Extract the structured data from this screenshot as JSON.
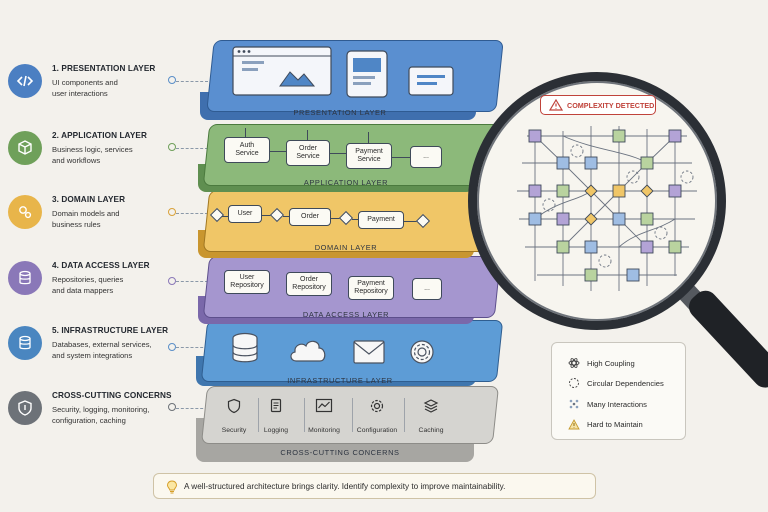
{
  "legend": [
    {
      "title": "1. PRESENTATION LAYER",
      "desc": [
        "UI components and",
        "user interactions"
      ],
      "color": "#4b7fc2",
      "icon": "code-icon"
    },
    {
      "title": "2. APPLICATION LAYER",
      "desc": [
        "Business logic, services",
        "and workflows"
      ],
      "color": "#6fa05a",
      "icon": "cube-icon"
    },
    {
      "title": "3. DOMAIN LAYER",
      "desc": [
        "Domain models and",
        "business rules"
      ],
      "color": "#e8b54a",
      "icon": "gears-icon"
    },
    {
      "title": "4. DATA ACCESS LAYER",
      "desc": [
        "Repositories, queries",
        "and data mappers"
      ],
      "color": "#8a78b8",
      "icon": "database-icon"
    },
    {
      "title": "5. INFRASTRUCTURE LAYER",
      "desc": [
        "Databases, external services,",
        "and system integrations"
      ],
      "color": "#4a86c0",
      "icon": "server-icon"
    },
    {
      "title": "CROSS-CUTTING CONCERNS",
      "desc": [
        "Security, logging, monitoring,",
        "configuration, caching"
      ],
      "color": "#6d7278",
      "icon": "shield-icon"
    }
  ],
  "layers": {
    "presentation": {
      "label": "PRESENTATION LAYER",
      "color": "#5a8fd0",
      "side": "#3f6fae"
    },
    "application": {
      "label": "APPLICATION LAYER",
      "color": "#8cb97a",
      "side": "#5f8f50",
      "nodes": [
        [
          "Auth",
          "Service"
        ],
        [
          "Order",
          "Service"
        ],
        [
          "Payment",
          "Service"
        ],
        [
          "..."
        ]
      ]
    },
    "domain": {
      "label": "DOMAIN LAYER",
      "color": "#f0c667",
      "side": "#c9962f",
      "nodes": [
        "User",
        "Order",
        "Payment"
      ]
    },
    "data_access": {
      "label": "DATA ACCESS LAYER",
      "color": "#a596cf",
      "side": "#7a68aa",
      "nodes": [
        [
          "User",
          "Repository"
        ],
        [
          "Order",
          "Repository"
        ],
        [
          "Payment",
          "Repository"
        ],
        [
          "..."
        ]
      ]
    },
    "infrastructure": {
      "label": "INFRASTRUCTURE LAYER",
      "color": "#5d9cd6",
      "side": "#3f76ae"
    },
    "cross_cutting": {
      "label": "CROSS-CUTTING CONCERNS",
      "color": "#d5d4d0",
      "side": "#a7a6a2",
      "tiles": [
        {
          "label": "Security",
          "icon": "shield-icon"
        },
        {
          "label": "Logging",
          "icon": "document-icon"
        },
        {
          "label": "Monitoring",
          "icon": "chart-icon"
        },
        {
          "label": "Configuration",
          "icon": "gear-icon"
        },
        {
          "label": "Caching",
          "icon": "stack-icon"
        }
      ]
    }
  },
  "magnifier": {
    "badge": "COMPLEXITY DETECTED",
    "badge_color": "#c0433b"
  },
  "issues": [
    {
      "label": "High Coupling",
      "icon": "atom-icon"
    },
    {
      "label": "Circular Dependencies",
      "icon": "cycle-icon"
    },
    {
      "label": "Many Interactions",
      "icon": "dots-icon"
    },
    {
      "label": "Hard to Maintain",
      "icon": "warning-icon"
    }
  ],
  "footer": {
    "text": "A well-structured architecture brings clarity. Identify complexity to improve maintainability.",
    "icon": "lightbulb-icon"
  }
}
